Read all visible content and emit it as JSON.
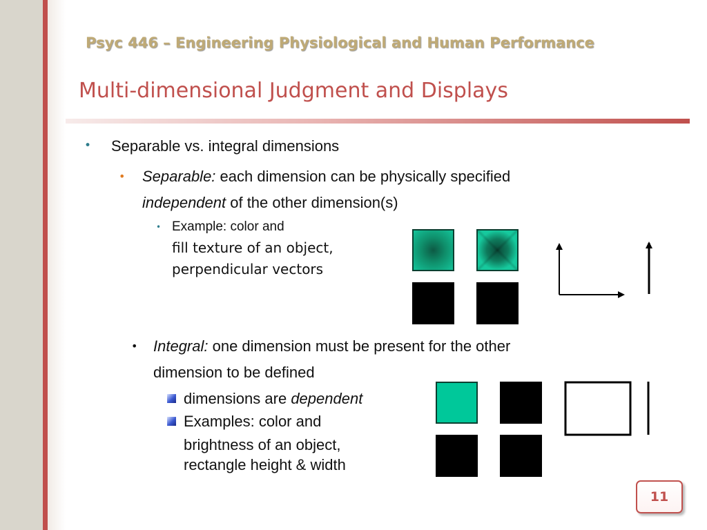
{
  "header": {
    "course_title": "Psyc 446 – Engineering Physiological and Human Performance",
    "slide_title": "Multi-dimensional Judgment and Displays"
  },
  "content": {
    "bullet1": "Separable vs. integral dimensions",
    "separable": {
      "term": "Separable:",
      "line1_rest": " each dimension can be physically specified",
      "line2_term": "independent",
      "line2_rest": " of the other dimension(s)",
      "example_lines": [
        "Example: color and",
        "fill texture of an object,",
        "perpendicular vectors"
      ]
    },
    "integral": {
      "term": "Integral:",
      "line1_rest": " one dimension must be present for the other",
      "line2": "dimension to be defined",
      "sub1_text": "dimensions are ",
      "sub1_term": "dependent",
      "sub2_lines": [
        "Examples: color and",
        "brightness of an object,",
        "rectangle height & width"
      ]
    }
  },
  "figures": {
    "separable_squares": [
      "teal-radial-gradient",
      "teal-pyramid-gradient",
      "black",
      "black"
    ],
    "separable_vectors": [
      "perpendicular-arrows",
      "single-vertical-arrow"
    ],
    "integral_squares": [
      "teal-solid",
      "black",
      "black",
      "black"
    ],
    "integral_shapes": [
      "rectangle-outline",
      "vertical-line"
    ]
  },
  "colors": {
    "accent": "#c0504d",
    "teal": "#00c89a",
    "course_title": "#bfaa76"
  },
  "page": {
    "number": "11"
  }
}
